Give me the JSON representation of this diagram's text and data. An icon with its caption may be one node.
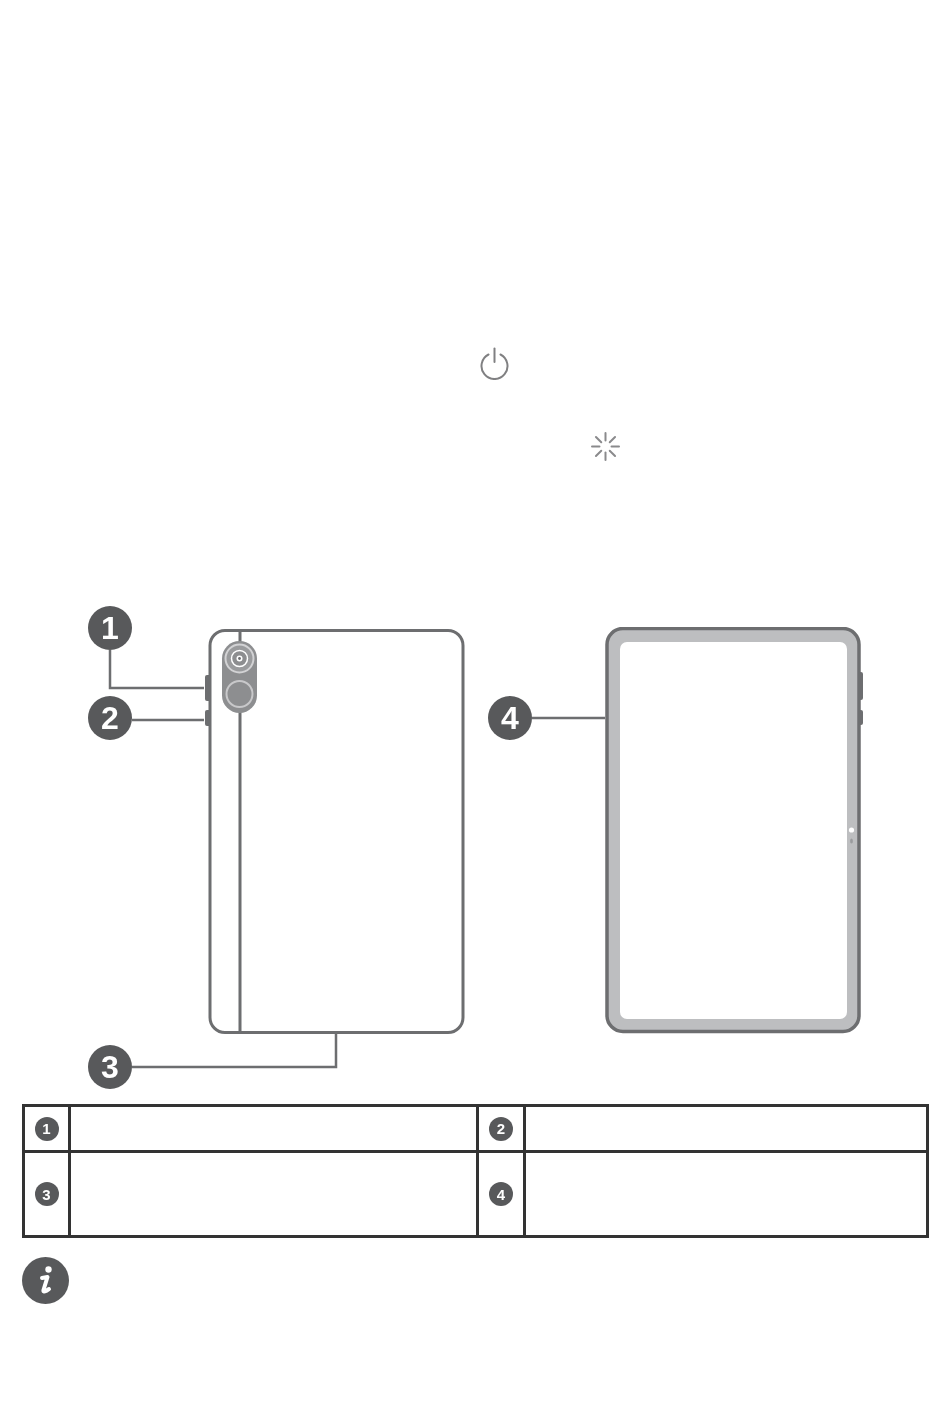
{
  "diagram": {
    "nodes": [
      {
        "text": [
          "1"
        ]
      },
      {
        "text": [
          "2"
        ]
      },
      {
        "text": [
          "3"
        ]
      },
      {
        "text": [
          "4"
        ]
      },
      {
        "text": [],
        "shape": "picture"
      },
      {
        "text": [],
        "shape": "picture"
      }
    ],
    "edges": [
      {
        "from": 0,
        "to": 4,
        "arrow": "none"
      },
      {
        "from": 1,
        "to": 4,
        "arrow": "none"
      },
      {
        "from": 2,
        "to": 4,
        "arrow": "none"
      },
      {
        "from": 3,
        "to": 5,
        "arrow": "none"
      }
    ],
    "labels": [
      "1",
      "2",
      "3",
      "4"
    ]
  }
}
